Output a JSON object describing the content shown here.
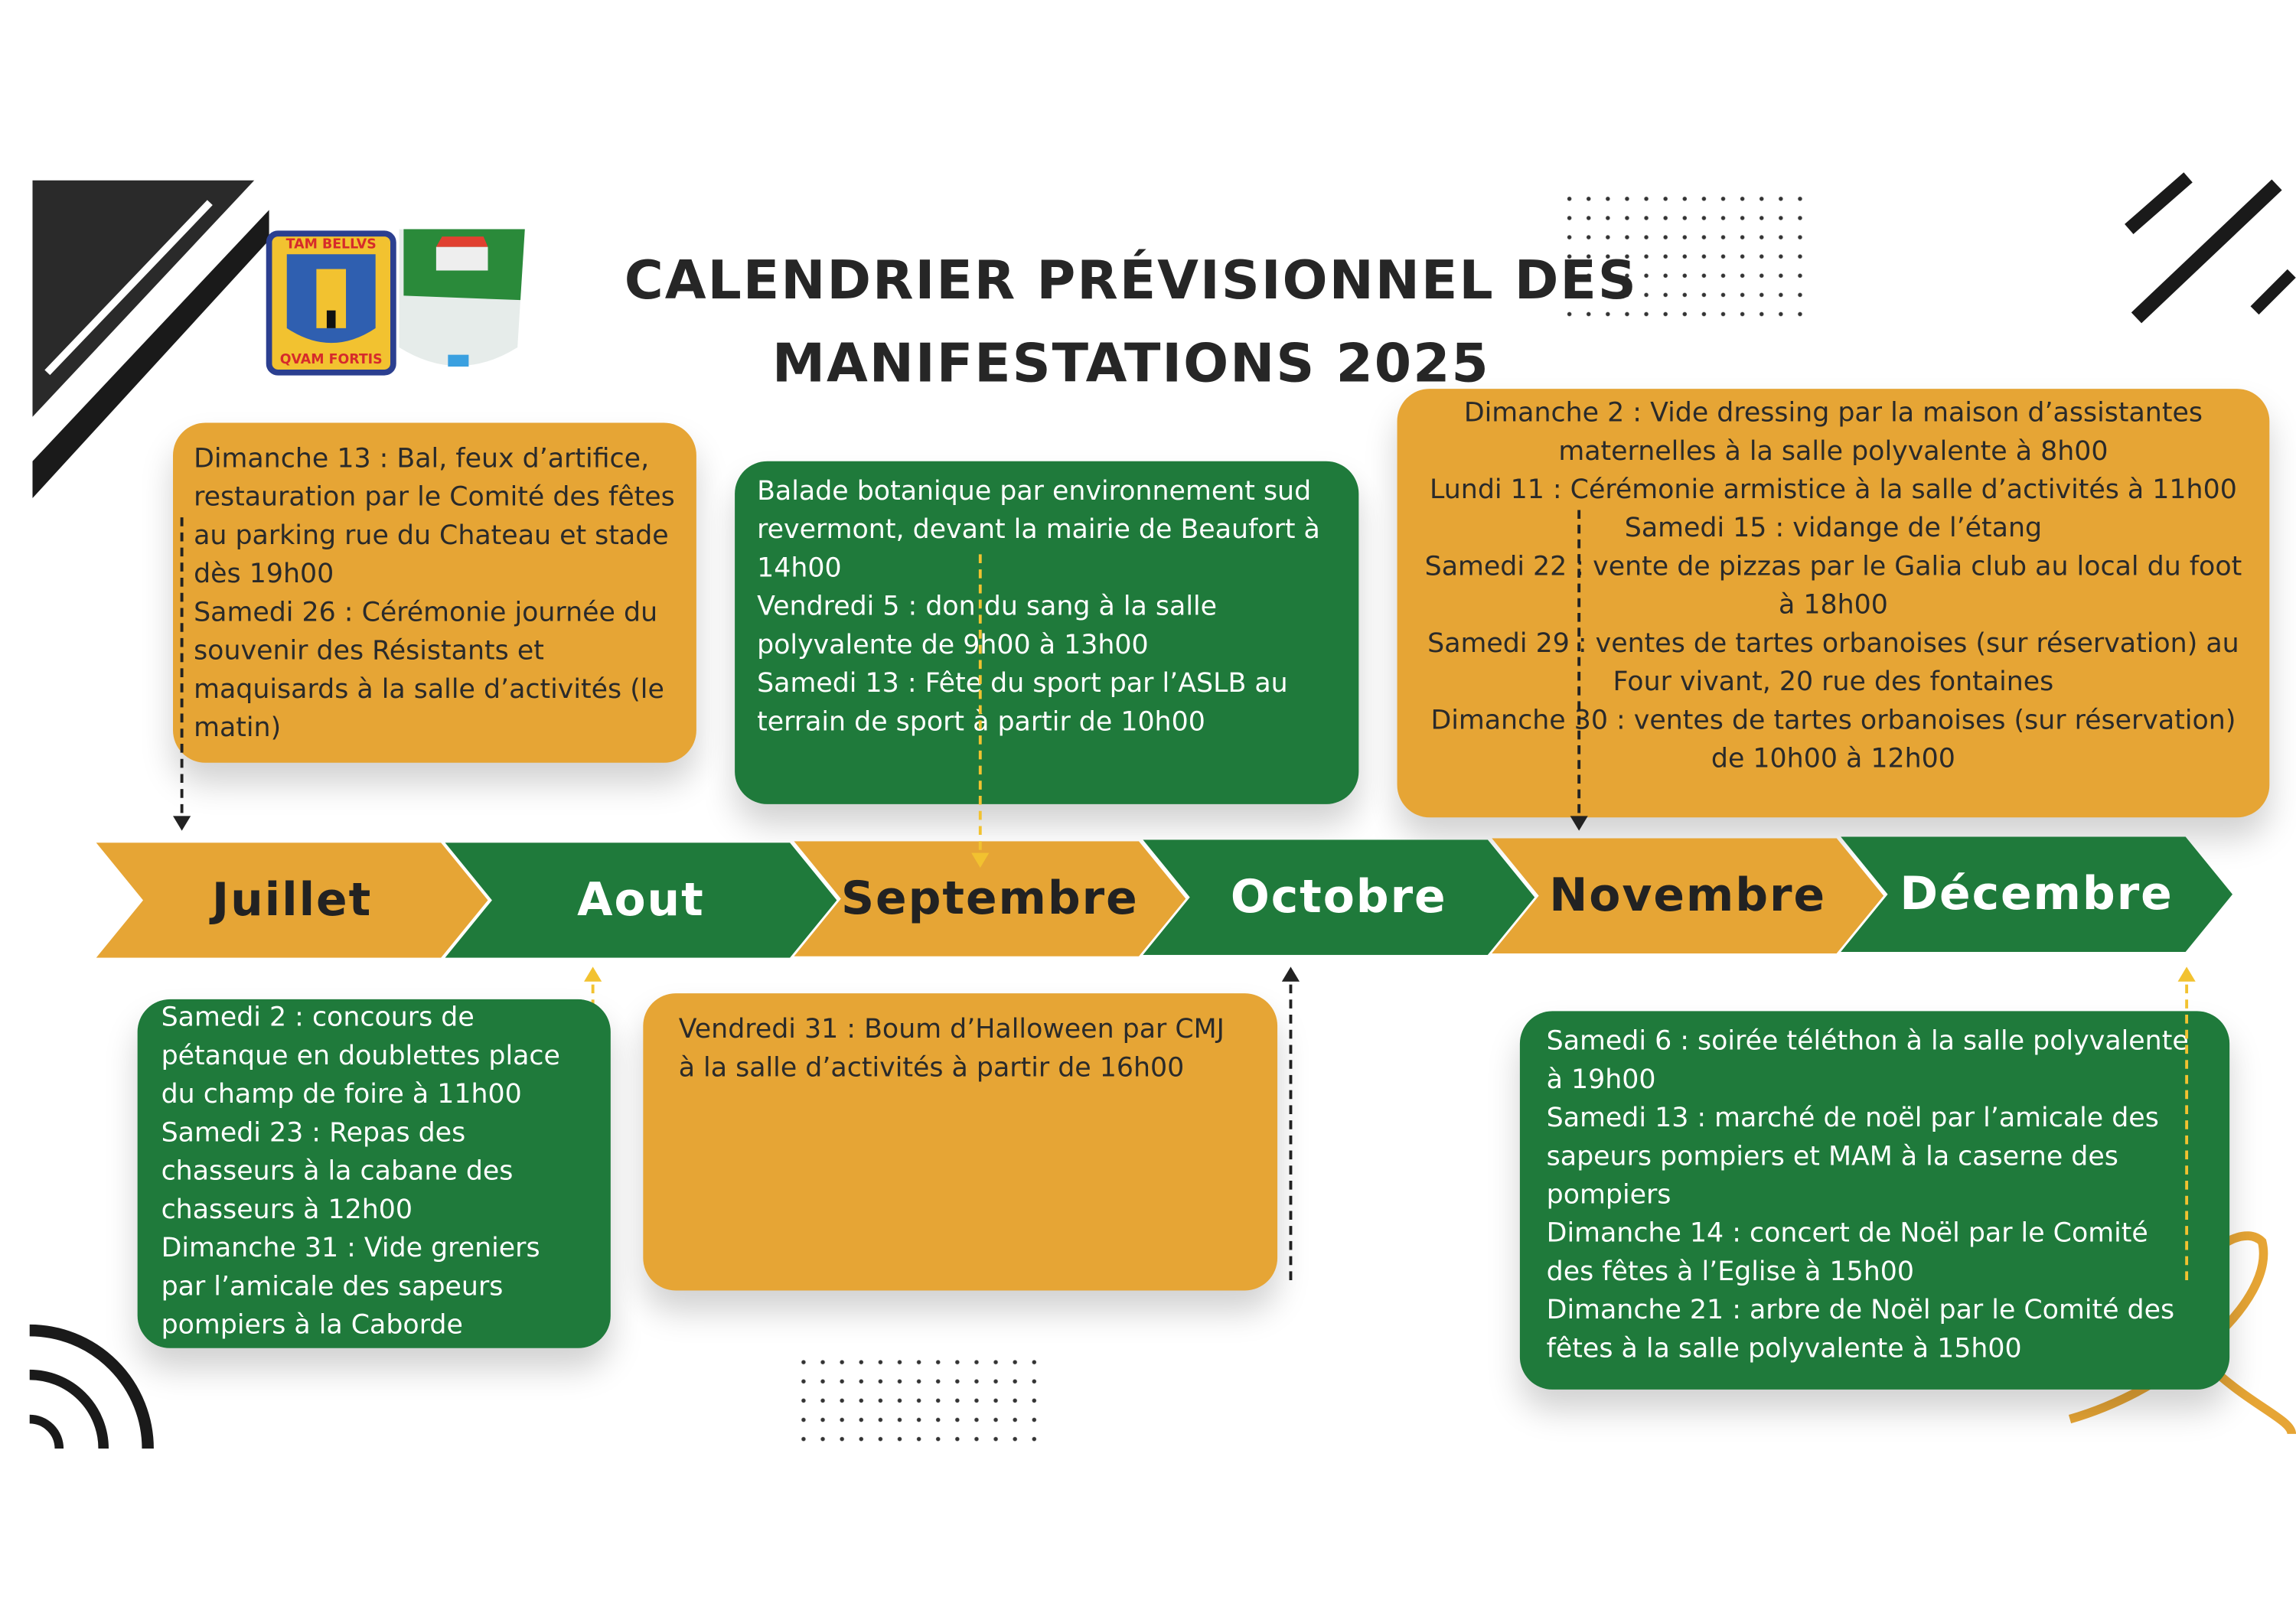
{
  "title": {
    "line1": "CALENDRIER PRÉVISIONNEL DES",
    "line2": "MANIFESTATIONS 2025"
  },
  "logos": {
    "crest1_top": "TAM BELLVS",
    "crest1_bottom": "QVAM FORTIS"
  },
  "months": [
    "Juillet",
    "Aout",
    "Septembre",
    "Octobre",
    "Novembre",
    "Décembre"
  ],
  "colors": {
    "orange": "#e6a535",
    "green": "#1f7a3b"
  },
  "events": {
    "juillet": [
      "Dimanche 13 : Bal, feux d’artifice, restauration par le Comité des fêtes au parking rue du Chateau et stade dès 19h00",
      "Samedi 26 : Cérémonie journée du souvenir des Résistants et maquisards à la salle d’activités (le matin)"
    ],
    "aout": [
      "Samedi 2 : concours de pétanque en doublettes place du champ de foire à 11h00",
      "Samedi 23 : Repas des chasseurs à la cabane des chasseurs à 12h00",
      "Dimanche 31 : Vide greniers par l’amicale des sapeurs pompiers à la Caborde"
    ],
    "septembre": [
      "Balade botanique par environnement sud revermont, devant la mairie de Beaufort à 14h00",
      "Vendredi 5 : don du sang à la salle polyvalente de 9h00 à 13h00",
      "Samedi 13 : Fête du sport par l’ASLB au terrain de sport à partir de 10h00"
    ],
    "octobre": [
      "Vendredi 31 : Boum d’Halloween par CMJ à la salle d’activités à partir de 16h00"
    ],
    "novembre": [
      "Dimanche 2 : Vide dressing par la maison d’assistantes maternelles à la salle polyvalente à 8h00",
      "Lundi 11 : Cérémonie armistice à la salle d’activités à 11h00",
      "Samedi 15 : vidange de l’étang",
      "Samedi 22 : vente de pizzas par le Galia club au local du foot à 18h00",
      "Samedi 29 : ventes de tartes orbanoises (sur réservation) au Four vivant, 20 rue des fontaines",
      "Dimanche 30 : ventes de tartes orbanoises (sur réservation) de 10h00 à 12h00"
    ],
    "decembre": [
      "Samedi 6 : soirée téléthon à la salle polyvalente à 19h00",
      "Samedi 13 : marché de noël par l’amicale des sapeurs pompiers et MAM à la caserne des pompiers",
      "Dimanche 14 : concert de Noël par le Comité des fêtes à l’Eglise à 15h00",
      "Dimanche 21 : arbre de Noël par le Comité des fêtes à la salle polyvalente à 15h00"
    ]
  }
}
